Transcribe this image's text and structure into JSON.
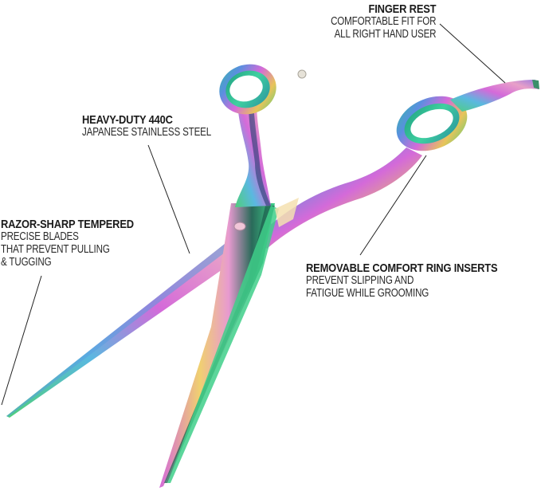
{
  "product": {
    "subject": "rainbow titanium pet grooming scissors",
    "colors": {
      "background": "#ffffff",
      "text": "#1a1a1a",
      "leader_line": "#222222",
      "finish_magenta": "#d46ad9",
      "finish_teal": "#2fbfa0",
      "finish_gold": "#e8c45a",
      "finish_blue": "#5a8fe0",
      "finish_green": "#4fcf7a"
    }
  },
  "callouts": [
    {
      "id": "finger-rest",
      "title": "FINGER REST",
      "lines": [
        "COMFORTABLE FIT FOR",
        "ALL RIGHT HAND USER"
      ]
    },
    {
      "id": "steel",
      "title": "HEAVY-DUTY 440C",
      "lines": [
        "JAPANESE STAINLESS STEEL"
      ]
    },
    {
      "id": "blades",
      "title": "RAZOR-SHARP TEMPERED",
      "lines": [
        "PRECISE BLADES",
        "THAT PREVENT PULLING",
        "& TUGGING"
      ]
    },
    {
      "id": "ring-inserts",
      "title": "REMOVABLE COMFORT RING INSERTS",
      "lines": [
        "PREVENT SLIPPING AND",
        "FATIGUE WHILE GROOMING"
      ]
    }
  ]
}
